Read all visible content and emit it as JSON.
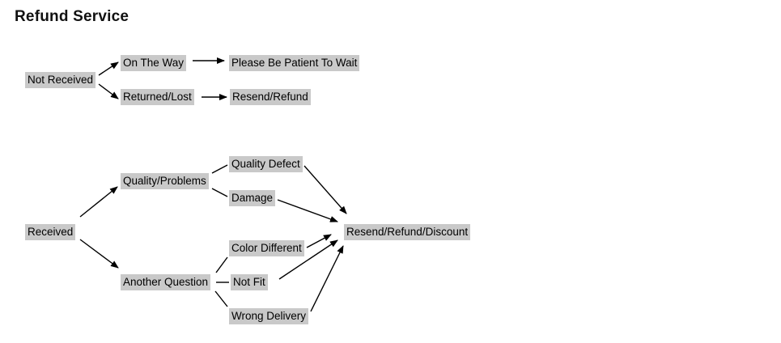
{
  "title": "Refund Service",
  "colors": {
    "background": "#ffffff",
    "node_background": "#c9c9c9",
    "text": "#000000",
    "line": "#000000"
  },
  "nodes": {
    "not_received": "Not Received",
    "on_the_way": "On The Way",
    "please_be_patient": "Please Be Patient To Wait",
    "returned_lost": "Returned/Lost",
    "resend_refund": "Resend/Refund",
    "received": "Received",
    "quality_problems": "Quality/Problems",
    "quality_defect": "Quality Defect",
    "damage": "Damage",
    "another_question": "Another Question",
    "color_different": "Color Different",
    "not_fit": "Not Fit",
    "wrong_delivery": "Wrong Delivery",
    "resend_refund_discount": "Resend/Refund/Discount"
  },
  "edges": [
    {
      "from": "Not Received",
      "to": "On The Way",
      "arrowhead": true
    },
    {
      "from": "Not Received",
      "to": "Returned/Lost",
      "arrowhead": true
    },
    {
      "from": "On The Way",
      "to": "Please Be Patient To Wait",
      "arrowhead": true
    },
    {
      "from": "Returned/Lost",
      "to": "Resend/Refund",
      "arrowhead": true
    },
    {
      "from": "Received",
      "to": "Quality/Problems",
      "arrowhead": true
    },
    {
      "from": "Received",
      "to": "Another Question",
      "arrowhead": true
    },
    {
      "from": "Quality/Problems",
      "to": "Quality Defect",
      "arrowhead": false
    },
    {
      "from": "Quality/Problems",
      "to": "Damage",
      "arrowhead": false
    },
    {
      "from": "Another Question",
      "to": "Color Different",
      "arrowhead": false
    },
    {
      "from": "Another Question",
      "to": "Not Fit",
      "arrowhead": false
    },
    {
      "from": "Another Question",
      "to": "Wrong Delivery",
      "arrowhead": false
    },
    {
      "from": "Quality Defect",
      "to": "Resend/Refund/Discount",
      "arrowhead": true
    },
    {
      "from": "Damage",
      "to": "Resend/Refund/Discount",
      "arrowhead": true
    },
    {
      "from": "Color Different",
      "to": "Resend/Refund/Discount",
      "arrowhead": true
    },
    {
      "from": "Not Fit",
      "to": "Resend/Refund/Discount",
      "arrowhead": true
    },
    {
      "from": "Wrong Delivery",
      "to": "Resend/Refund/Discount",
      "arrowhead": true
    }
  ]
}
